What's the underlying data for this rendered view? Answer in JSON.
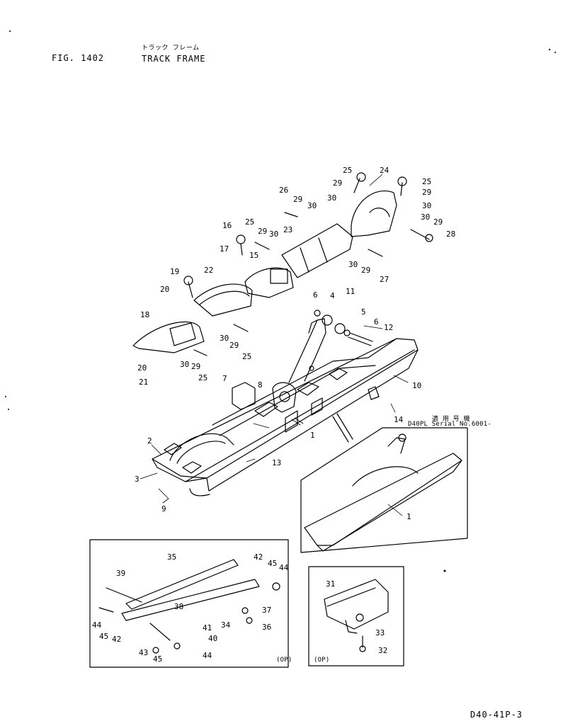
{
  "header": {
    "fig": "FIG. 1402",
    "title_jp": "トラック フレーム",
    "title": "TRACK FRAME"
  },
  "serial_jp": "適 用 号 機",
  "serial": "D40PL Serial No.6001-",
  "option_a": "(OP)",
  "option_b": "(OP)",
  "page_code": "D40-41P-3",
  "callouts": [
    "25",
    "24",
    "25",
    "29",
    "29",
    "30",
    "30",
    "26",
    "29",
    "30",
    "30",
    "29",
    "28",
    "16",
    "25",
    "29",
    "30",
    "23",
    "17",
    "15",
    "30",
    "29",
    "27",
    "19",
    "22",
    "20",
    "6",
    "4",
    "11",
    "5",
    "18",
    "6",
    "12",
    "30",
    "29",
    "25",
    "20",
    "30",
    "29",
    "25",
    "21",
    "10",
    "7",
    "8",
    "14",
    "1",
    "2",
    "13",
    "3",
    "9",
    "1",
    "35",
    "42",
    "45",
    "44",
    "39",
    "38",
    "37",
    "44",
    "34",
    "36",
    "45",
    "42",
    "41",
    "40",
    "43",
    "45",
    "44",
    "31",
    "33",
    "32"
  ]
}
